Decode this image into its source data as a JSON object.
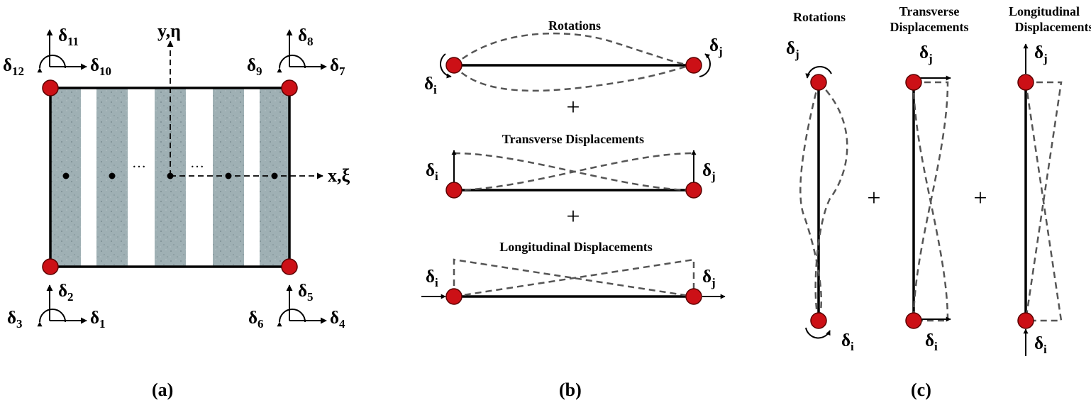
{
  "panel_a": {
    "caption": "(a)",
    "axis_x": {
      "main": "x,",
      "greek": "ξ"
    },
    "axis_y": {
      "main": "y,",
      "greek": "η"
    },
    "ellipsis": "…",
    "node_top_left": [
      {
        "sym": "δ",
        "sub": "11"
      },
      {
        "sym": "δ",
        "sub": "12"
      },
      {
        "sym": "δ",
        "sub": "10"
      }
    ],
    "node_top_right": [
      {
        "sym": "δ",
        "sub": "8"
      },
      {
        "sym": "δ",
        "sub": "9"
      },
      {
        "sym": "δ",
        "sub": "7"
      }
    ],
    "node_bottom_left": [
      {
        "sym": "δ",
        "sub": "2"
      },
      {
        "sym": "δ",
        "sub": "3"
      },
      {
        "sym": "δ",
        "sub": "1"
      }
    ],
    "node_bottom_right": [
      {
        "sym": "δ",
        "sub": "5"
      },
      {
        "sym": "δ",
        "sub": "6"
      },
      {
        "sym": "δ",
        "sub": "4"
      }
    ],
    "colors": {
      "lamina": "#9fb0b4",
      "node": "#cc1016"
    }
  },
  "panel_b": {
    "caption": "(b)",
    "rows": [
      {
        "title": "Rotations",
        "i": {
          "sym": "δ",
          "sub": "i"
        },
        "j": {
          "sym": "δ",
          "sub": "j"
        }
      },
      {
        "title": "Transverse Displacements",
        "i": {
          "sym": "δ",
          "sub": "i"
        },
        "j": {
          "sym": "δ",
          "sub": "j"
        }
      },
      {
        "title": "Longitudinal Displacements",
        "i": {
          "sym": "δ",
          "sub": "i"
        },
        "j": {
          "sym": "δ",
          "sub": "j"
        }
      }
    ],
    "plus": "+"
  },
  "panel_c": {
    "caption": "(c)",
    "columns": [
      {
        "title_lines": [
          "Rotations"
        ],
        "i": {
          "sym": "δ",
          "sub": "i"
        },
        "j": {
          "sym": "δ",
          "sub": "j"
        }
      },
      {
        "title_lines": [
          "Transverse",
          "Displacements"
        ],
        "i": {
          "sym": "δ",
          "sub": "i"
        },
        "j": {
          "sym": "δ",
          "sub": "j"
        }
      },
      {
        "title_lines": [
          "Longitudinal",
          "Displacements"
        ],
        "i": {
          "sym": "δ",
          "sub": "i"
        },
        "j": {
          "sym": "δ",
          "sub": "j"
        }
      }
    ],
    "plus": "+"
  }
}
